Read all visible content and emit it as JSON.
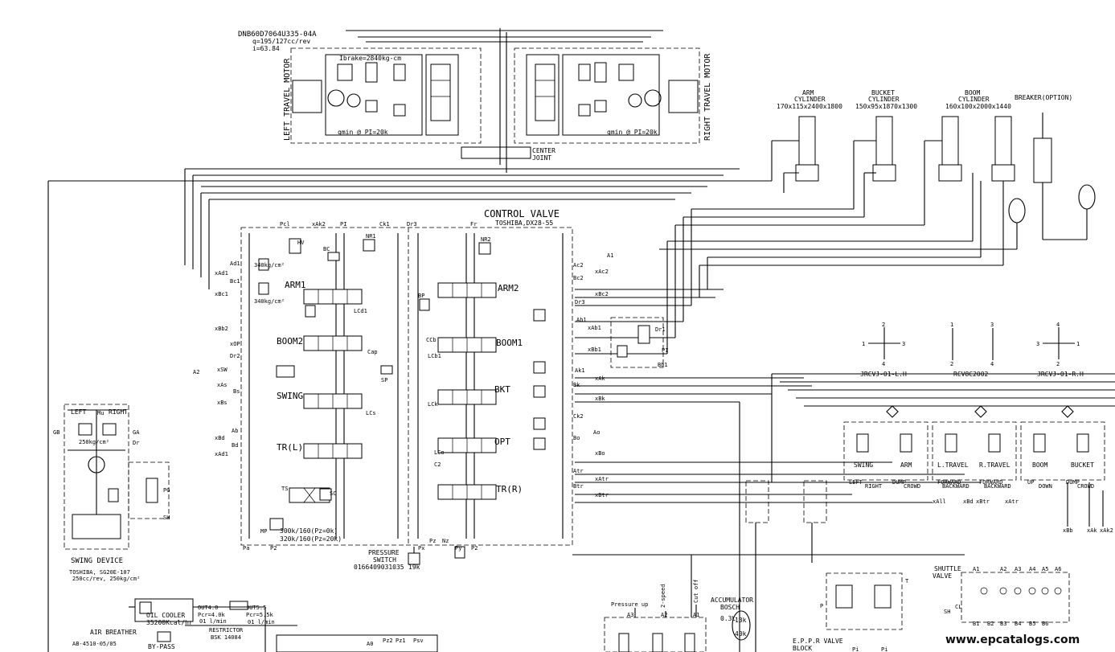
{
  "title": {
    "part_no": "DNB60D7064U335-04A",
    "q": "q=195/127cc/rev",
    "i": "i=63.84"
  },
  "travel_motors": {
    "left_label": "LEFT TRAVEL MOTOR",
    "right_label": "RIGHT TRAVEL MOTOR",
    "brake": "Ibrake=2840kg-cm",
    "qmin_left": "qmin @ PI=20k",
    "qmin_right": "qmin @ PI=20k",
    "center_joint": [
      "CENTER",
      "JOINT"
    ]
  },
  "cylinders": [
    {
      "name": [
        "ARM",
        "CYLINDER"
      ],
      "spec": "170x115x2400x1800"
    },
    {
      "name": [
        "BUCKET",
        "CYLINDER"
      ],
      "spec": "150x95x1870x1300"
    },
    {
      "name": [
        "BOOM",
        "CYLINDER"
      ],
      "spec": "160x100x2000x1440"
    },
    {
      "name": [
        "BREAKER(OPTION)"
      ],
      "spec": ""
    }
  ],
  "control_valve": {
    "title": "CONTROL VALVE",
    "model": "TOSHIBA,DX28-55",
    "spools_left": [
      "ARM1",
      "BOOM2",
      "SWING",
      "TR(L)"
    ],
    "spools_right": [
      "ARM2",
      "BOOM1",
      "BKT",
      "OPT",
      "TR(R)"
    ],
    "relief_1": "340kg/cm²",
    "relief_2": "340kg/cm²",
    "mr_setting_1": "300k/160(Pz=0k)",
    "mr_setting_2": "320k/160(Pz=20k)",
    "ports_left": [
      "Pcl",
      "xAk2",
      "PI",
      "Ck1",
      "Dr3",
      "Fr",
      "Ad1",
      "xAd1",
      "Bc1",
      "xBc1",
      "xBb2",
      "xOP",
      "Dr2",
      "A2",
      "xSW",
      "xAs",
      "Bs",
      "xBs",
      "Ab",
      "xBd",
      "Bd",
      "xAd1"
    ],
    "ports_right": [
      "A1",
      "Ac2",
      "xAc2",
      "Bc2",
      "xBc2",
      "Dr3",
      "Ab1",
      "xAb1",
      "Dr1",
      "xBb1",
      "PI",
      "Bb1",
      "Ak1",
      "xAk",
      "Bk",
      "xBk",
      "Ck2",
      "Ao",
      "Bo",
      "xBo",
      "Atr",
      "xAtr",
      "Btr",
      "xBtr"
    ],
    "tags": [
      "HV",
      "NR1",
      "NR2",
      "BC",
      "BP",
      "LCd1",
      "Cap",
      "SP",
      "LCb1",
      "CCb",
      "LCs",
      "TS",
      "SC",
      "MP",
      "LCk",
      "LCo",
      "C2",
      "Pa",
      "P2",
      "Px",
      "Pz",
      "Py",
      "Nz",
      "P2"
    ]
  },
  "pressure_switch": {
    "label": [
      "PRESSURE",
      "SWITCH"
    ],
    "part": "0166409031035",
    "value": "19k"
  },
  "swing_device": {
    "label": "SWING DEVICE",
    "model": "TOSHIBA, SG20E-107",
    "spec": "250cc/rev, 250kg/cm²",
    "relief": "250kg/cm²",
    "left": "LEFT",
    "right": "RIGHT",
    "ports": [
      "GB",
      "Mu",
      "GA",
      "Dr",
      "PG",
      "SH"
    ]
  },
  "oil_cooler": {
    "label": "OIL COOLER",
    "spec": "35200Kcal/hr",
    "out4": "OUT4.0",
    "pcr4": "Pcr=4.0k",
    "flow1": "01 l/min",
    "out5": "OUT5.5",
    "pcr5": "Pcr=5.5k",
    "flow2": "01 l/min"
  },
  "restrictor": {
    "label": "RESTRICTOR",
    "part": "BSK 14084"
  },
  "air_breather": {
    "label": "AIR BREATHER",
    "part": "AB-4510-05/05"
  },
  "bypass": "BY-PASS",
  "joysticks": [
    {
      "label": "JRCVJ-01-L.H",
      "ports": [
        "1",
        "2",
        "3",
        "4"
      ]
    },
    {
      "label": "RCV8C2002",
      "ports": [
        "1",
        "2",
        "3",
        "4"
      ]
    },
    {
      "label": "JRCVJ-01-R.H",
      "ports": [
        "1",
        "2",
        "3",
        "4"
      ]
    }
  ],
  "pilot_valves": [
    {
      "left": "SWING",
      "right": "ARM",
      "sub_left": "LEFT",
      "sub_right1": "RIGHT",
      "sub_right2": "DUMP",
      "sub_right3": "CROWD",
      "ports": [
        "xAll",
        "xBd"
      ]
    },
    {
      "left": "L.TRAVEL",
      "right": "R.TRAVEL",
      "sub_left": "FORWARD",
      "sub_left2": "BACKWARD",
      "sub_right1": "FORWARD",
      "sub_right2": "BACKWARD",
      "ports": [
        "xBtr",
        "xAtr"
      ]
    },
    {
      "left": "BOOM",
      "right": "BUCKET",
      "sub_left": "UP",
      "sub_left2": "DOWN",
      "sub_right1": "DUMP",
      "sub_right2": "CROWD",
      "ports": [
        "xBb",
        "xAk",
        "xAk2"
      ]
    }
  ],
  "shuttle_valve": {
    "label": [
      "SHUTTLE",
      "VALVE"
    ],
    "ports": [
      "A1",
      "A2",
      "A3",
      "A4",
      "A5",
      "A6",
      "CL",
      "SH",
      "B1",
      "B2",
      "B3",
      "B4",
      "B5",
      "B6"
    ]
  },
  "accumulator": {
    "label": [
      "ACCUMULATOR",
      "BOSCH"
    ],
    "v": "0.3L",
    "p1": "13k",
    "p2": "40k"
  },
  "eppr": {
    "label": [
      "E.P.P.R VALVE",
      "BLOCK"
    ],
    "ports": [
      "P",
      "T",
      "Pi",
      "Pi"
    ]
  },
  "solenoids": {
    "labels": [
      "Pressure up",
      "2-speed",
      "Cut off"
    ],
    "ports": [
      "A3",
      "A2",
      "A1"
    ]
  },
  "bottom_ports": [
    "A0",
    "Pz2",
    "Pz1",
    "Psv"
  ],
  "watermark": "www.epcatalogs.com"
}
